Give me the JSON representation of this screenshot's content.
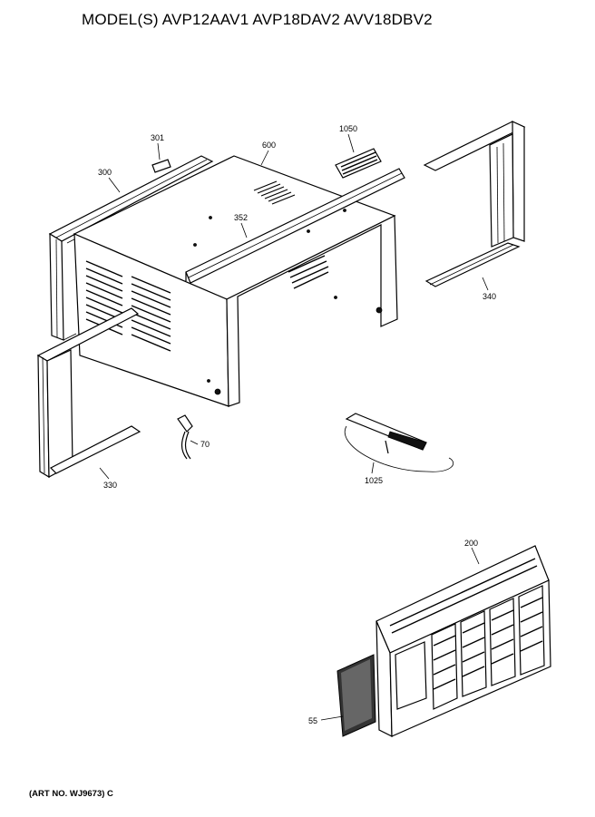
{
  "header": {
    "title": "MODEL(S) AVP12AAV1  AVP18DAV2  AVV18DBV2"
  },
  "footer": {
    "art_no": "(ART NO. WJ9673) C"
  },
  "parts": [
    {
      "id": "p301",
      "label": "301"
    },
    {
      "id": "p300",
      "label": "300"
    },
    {
      "id": "p600",
      "label": "600"
    },
    {
      "id": "p1050",
      "label": "1050"
    },
    {
      "id": "p352",
      "label": "352"
    },
    {
      "id": "p340",
      "label": "340"
    },
    {
      "id": "p70",
      "label": "70"
    },
    {
      "id": "p330",
      "label": "330"
    },
    {
      "id": "p1025",
      "label": "1025"
    },
    {
      "id": "p200",
      "label": "200"
    },
    {
      "id": "p55",
      "label": "55"
    }
  ]
}
